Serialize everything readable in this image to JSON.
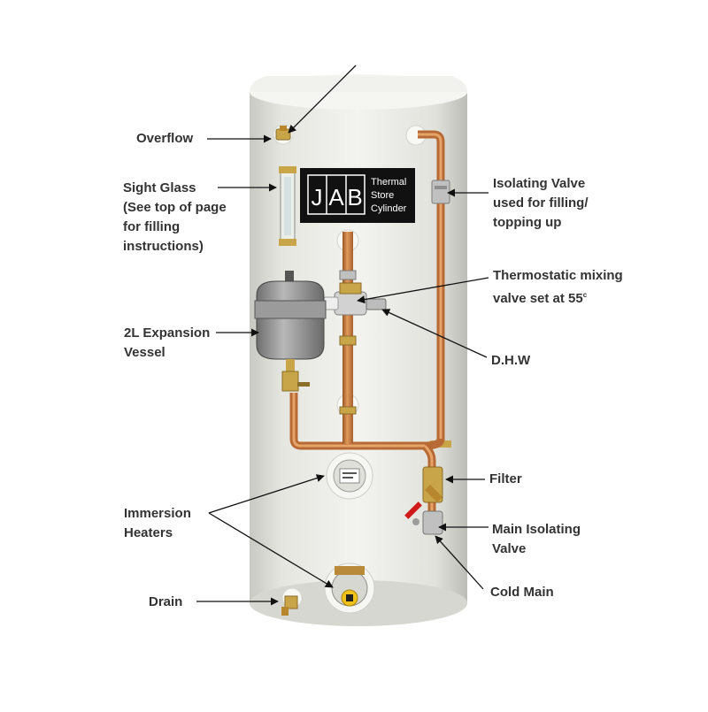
{
  "brand": {
    "logo_letters": [
      "J",
      "A",
      "B"
    ],
    "logo_words": [
      "Thermal",
      "Store",
      "Cylinder"
    ]
  },
  "labels": {
    "overflow": "Overflow",
    "sight_glass": [
      "Sight Glass",
      "(See top of page",
      "for filling",
      "instructions)"
    ],
    "expansion_vessel": [
      "2L Expansion",
      "Vessel"
    ],
    "immersion_heaters": [
      "Immersion",
      "Heaters"
    ],
    "drain": "Drain",
    "isolating_valve": [
      "Isolating Valve",
      "used for filling/",
      "topping up"
    ],
    "mixing_valve": [
      "Thermostatic mixing",
      "valve set at 55"
    ],
    "degree_mark": "c",
    "dhw": "D.H.W",
    "filter": "Filter",
    "main_isolating_valve": [
      "Main Isolating",
      "Valve"
    ],
    "cold_main": "Cold Main"
  },
  "colors": {
    "cylinder_body": "#ecece7",
    "copper": "#c8743c",
    "brass": "#c9a54a",
    "valve_handle_red": "#d11a1a",
    "label_text": "#333333",
    "logo_background": "#111111"
  }
}
